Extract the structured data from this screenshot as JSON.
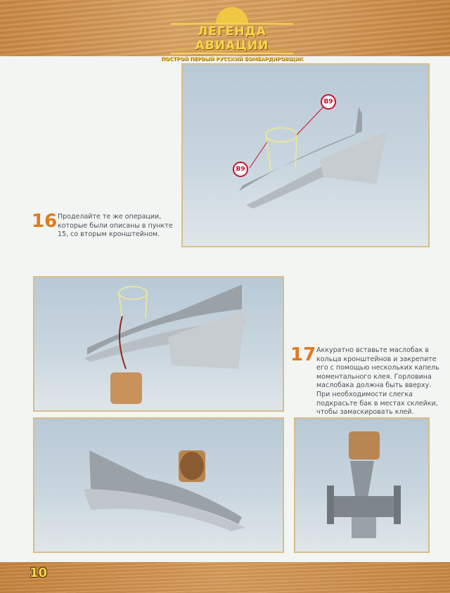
{
  "header": {
    "logo_title": "ЛЕГЕНДА АВИАЦИИ",
    "logo_subtitle": "ПОСТРОЙ ПЕРВЫЙ РУССКИЙ БОМБАРДИРОВЩИК"
  },
  "steps": [
    {
      "number": "16",
      "text": "Проделайте те же операции, которые были описаны в пункте 15, со вторым кронштейном."
    },
    {
      "number": "17",
      "text": "Аккуратно вставьте маслобак в кольца кронштейнов и закрепите его с помощью нескольких капель моментального клея. Горловина маслобака должна быть вверху. При необходимости слегка подкрасьте бак в местах склейки, чтобы замаскировать клей."
    }
  ],
  "photo_labels": [
    "B9",
    "B9"
  ],
  "footer": {
    "page_number": "10"
  },
  "colors": {
    "step_number": "#e07a1f",
    "label": "#c8102e",
    "logo": "#f7d64a"
  }
}
